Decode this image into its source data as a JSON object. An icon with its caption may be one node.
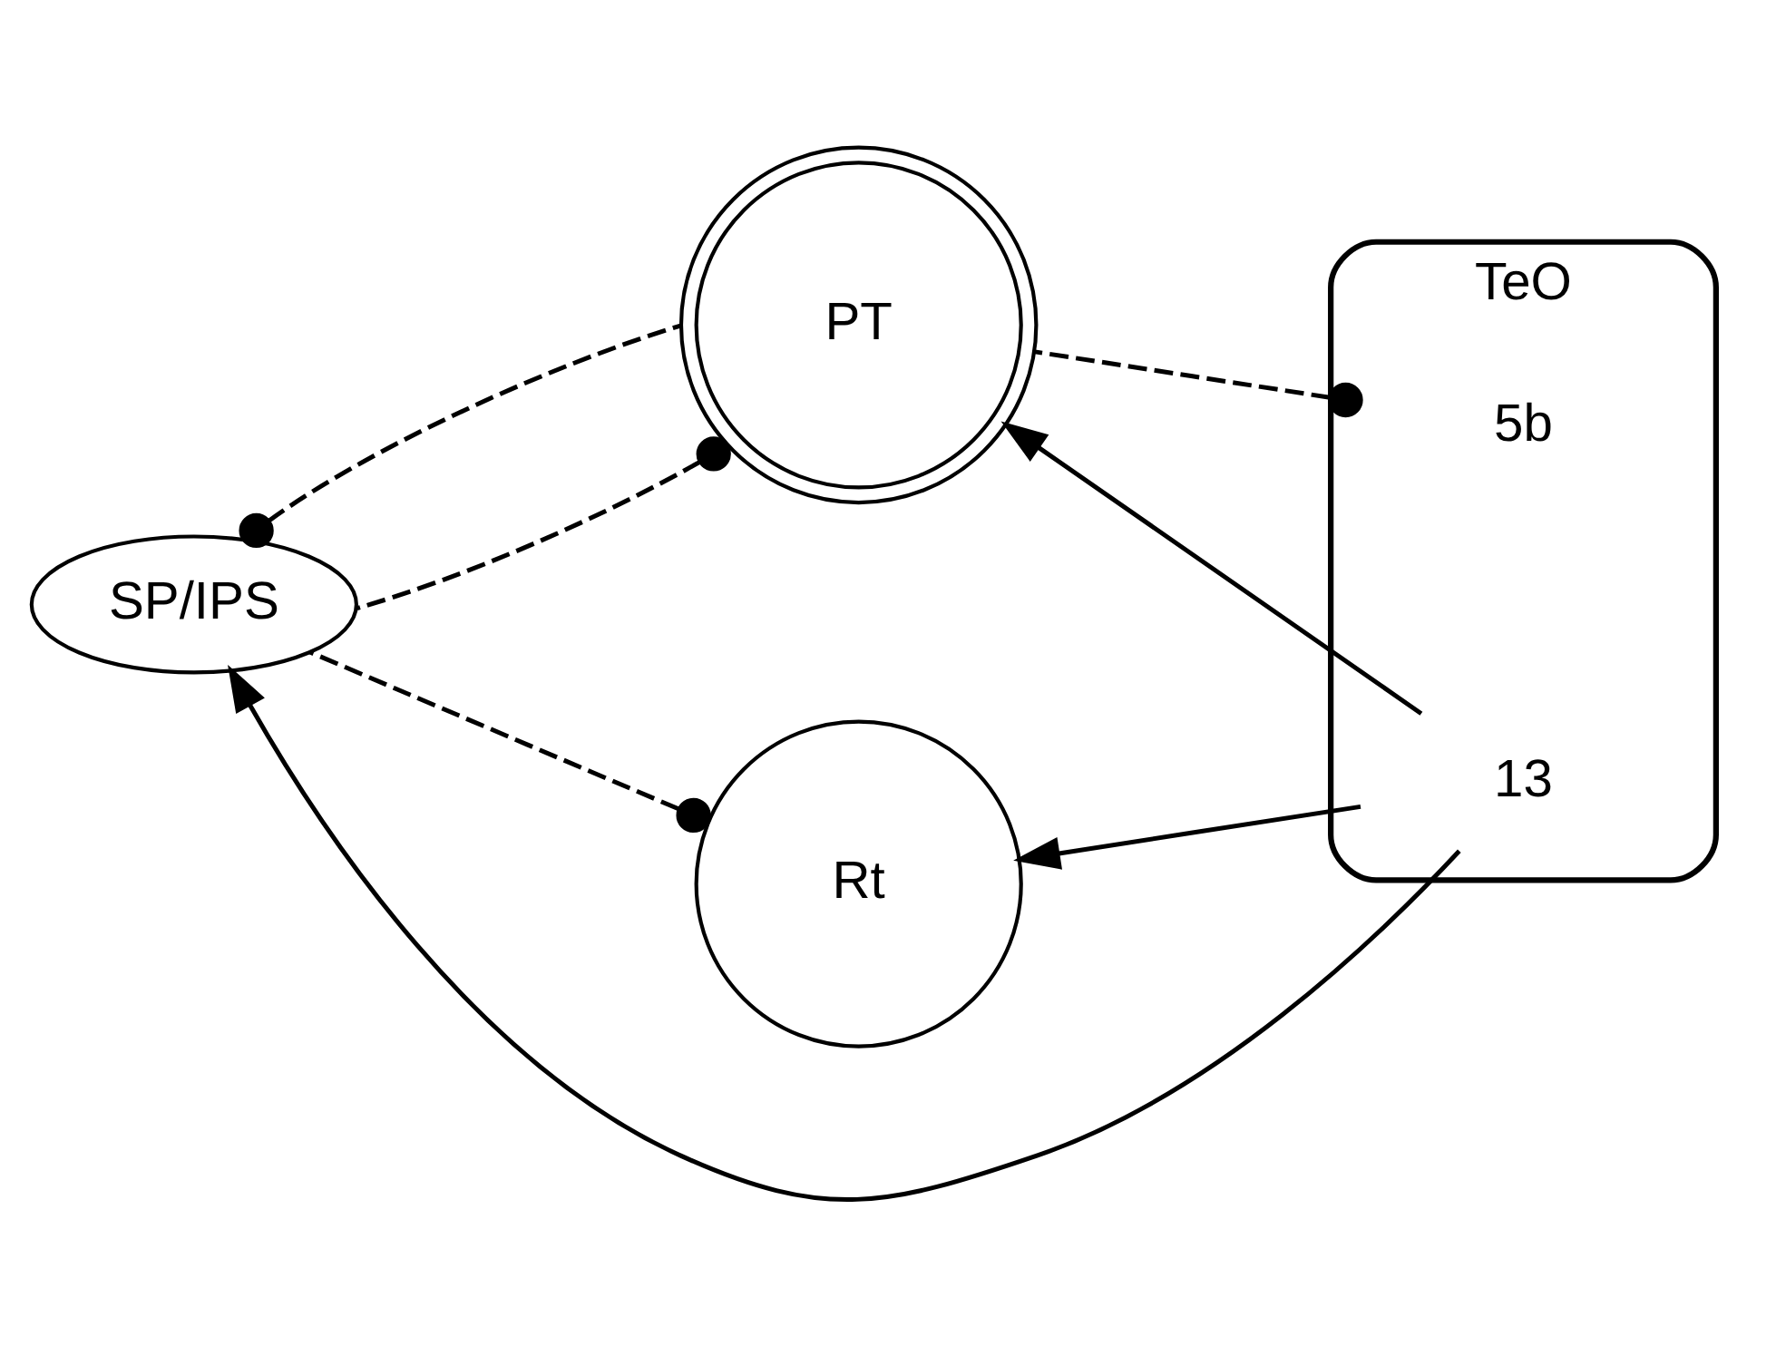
{
  "diagram": {
    "nodes": [
      {
        "text": [
          "PT"
        ]
      },
      {
        "text": [
          "Rt"
        ]
      },
      {
        "text": [
          "TeO"
        ]
      },
      {
        "text": [
          "5b"
        ],
        "in": 2
      },
      {
        "text": [
          "13"
        ],
        "in": 2
      },
      {
        "text": [
          "SP/IPS"
        ]
      }
    ],
    "edges": [
      {
        "from": 4,
        "to": 1,
        "arrow": "to"
      },
      {
        "from": 4,
        "to": 0,
        "arrow": "to"
      },
      {
        "from": 4,
        "to": 5,
        "arrow": "to"
      },
      {
        "from": 3,
        "to": 0,
        "arrow": "other",
        "style": "dashed"
      },
      {
        "from": 0,
        "to": 5,
        "arrow": "other",
        "style": "dashed"
      },
      {
        "from": 5,
        "to": 0,
        "arrow": "other",
        "style": "dashed"
      },
      {
        "from": 1,
        "to": 5,
        "arrow": "other",
        "style": "dashed"
      }
    ]
  }
}
